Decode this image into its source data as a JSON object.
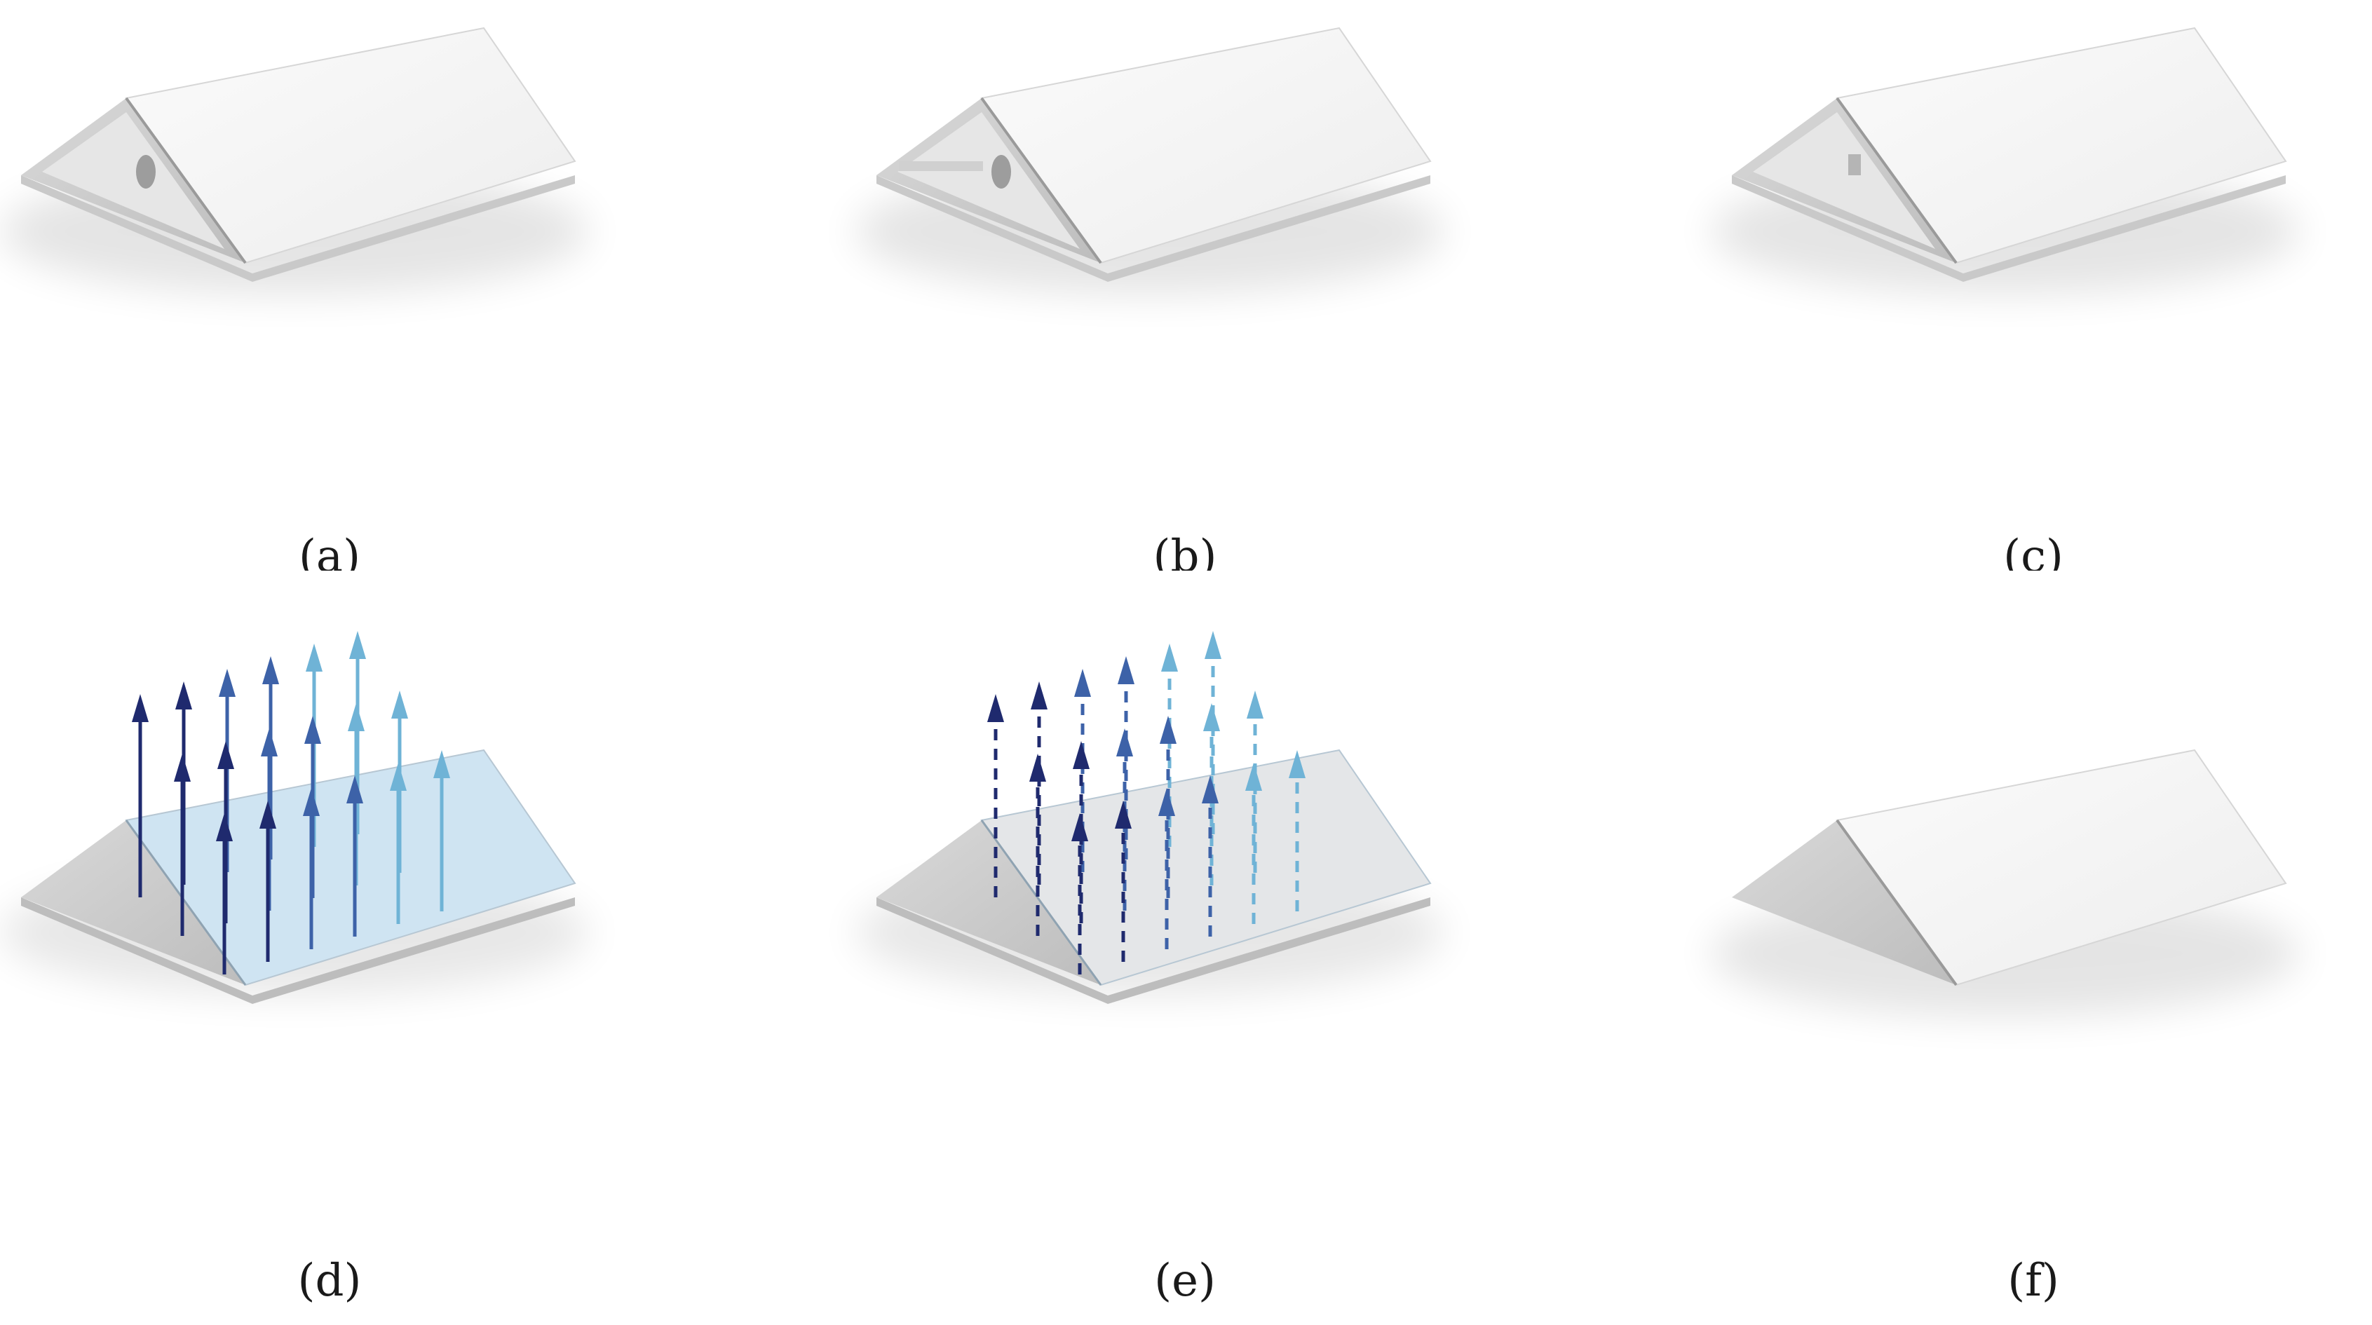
{
  "panels": [
    {
      "id": "a",
      "label": "(a)",
      "variant": "frame-hole"
    },
    {
      "id": "b",
      "label": "(b)",
      "variant": "frame-insert"
    },
    {
      "id": "c",
      "label": "(c)",
      "variant": "frame-tab"
    },
    {
      "id": "d",
      "label": "(d)",
      "variant": "arrows-solid"
    },
    {
      "id": "e",
      "label": "(e)",
      "variant": "arrows-dashed"
    },
    {
      "id": "f",
      "label": "(f)",
      "variant": "plain"
    }
  ],
  "colors": {
    "arrow_dark": "#1f2a6e",
    "arrow_mid": "#3d62a8",
    "arrow_light": "#6fb3d6",
    "panel_d_fill": "#cfe4f2",
    "panel_e_fill": "#e4e6e8",
    "roof": "#f4f4f4",
    "roof_shade": "#cfcfcf"
  }
}
